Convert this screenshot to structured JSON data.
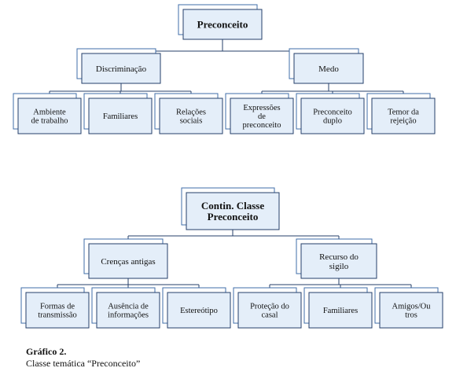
{
  "charts": [
    {
      "root": {
        "lines": [
          "Preconceito"
        ],
        "bold": true
      },
      "branches": [
        {
          "label": [
            "Discriminação"
          ],
          "children": [
            [
              "Ambiente",
              "de trabalho"
            ],
            [
              "Familiares"
            ],
            [
              "Relações",
              "sociais"
            ]
          ]
        },
        {
          "label": [
            "Medo"
          ],
          "children": [
            [
              "Expressões",
              "de",
              "preconceito"
            ],
            [
              "Preconceito",
              "duplo"
            ],
            [
              "Temor da",
              "rejeição"
            ]
          ]
        }
      ]
    },
    {
      "root": {
        "lines": [
          "Contin. Classe",
          "Preconceito"
        ],
        "bold": true
      },
      "branches": [
        {
          "label": [
            "Crenças antigas"
          ],
          "children": [
            [
              "Formas de",
              "transmissão"
            ],
            [
              "Ausência de",
              "informações"
            ],
            [
              "Estereótipo"
            ]
          ]
        },
        {
          "label": [
            "Recurso do",
            "sigilo"
          ],
          "children": [
            [
              "Proteção do",
              "casal"
            ],
            [
              "Familiares"
            ],
            [
              "Amigos/Ou",
              "tros"
            ]
          ]
        }
      ]
    }
  ],
  "caption": {
    "title": "Gráfico 2.",
    "text": "Classe temática “Preconceito”"
  },
  "colors": {
    "box_fill": "#e4eef9",
    "box_border": "#243f6a",
    "shadow_border": "#3f6ea8",
    "connector": "#243f6a",
    "text": "#111111"
  }
}
